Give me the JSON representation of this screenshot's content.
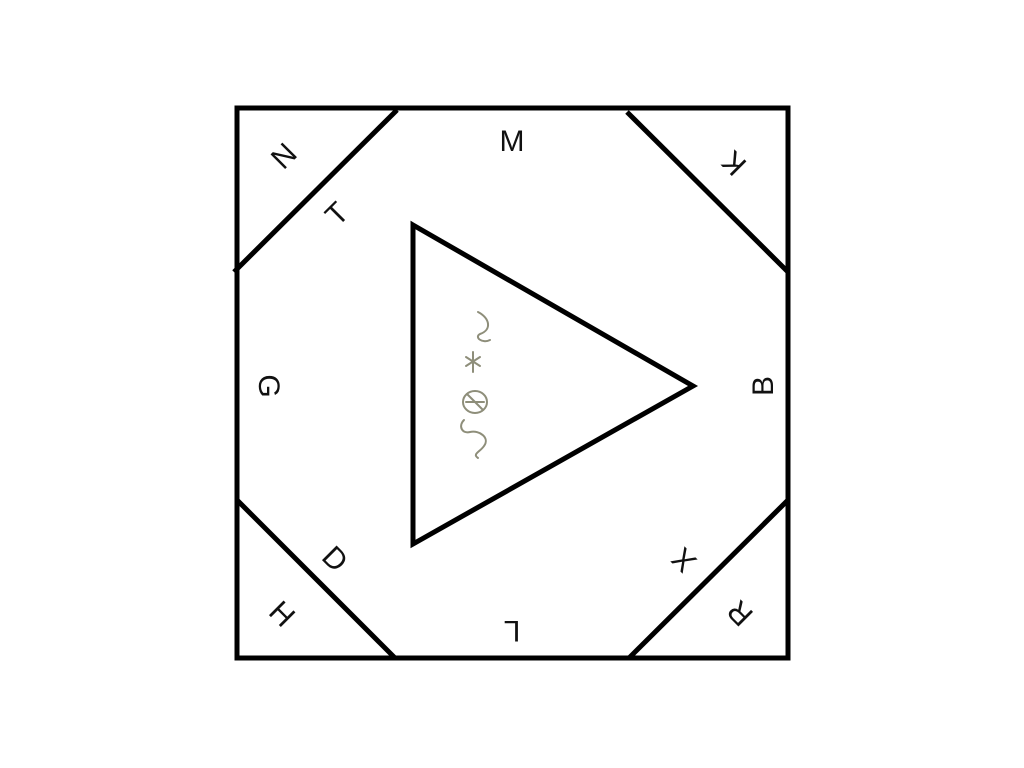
{
  "diagram": {
    "line_color": "#000000",
    "mark_color": "#8e8e7a",
    "labels": {
      "top": "M",
      "top_right_corner": "K",
      "upper_left_inner": "T",
      "top_left_corner": "N",
      "left": "G",
      "right": "B",
      "lower_left_inner": "D",
      "bottom_left_corner": "H",
      "bottom": "L",
      "lower_right_inner": "X",
      "bottom_right_corner": "R"
    }
  }
}
